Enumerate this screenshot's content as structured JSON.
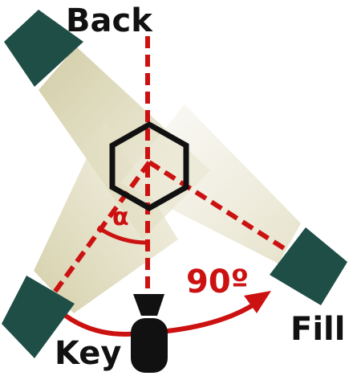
{
  "labels": {
    "back": "Back",
    "key": "Key",
    "fill": "Fill",
    "angle": "90º",
    "alpha": "α"
  },
  "colors": {
    "light_fixture": "#1f4e47",
    "light_beam": "#d8d3b0",
    "guide_line": "#cc1111",
    "subject_outline": "#111111",
    "camera": "#111111",
    "label_text": "#111111"
  },
  "icons": {
    "back_light": "softbox-icon",
    "key_light": "softbox-icon",
    "fill_light": "softbox-icon",
    "subject": "hexagon-icon",
    "camera": "camera-icon"
  }
}
